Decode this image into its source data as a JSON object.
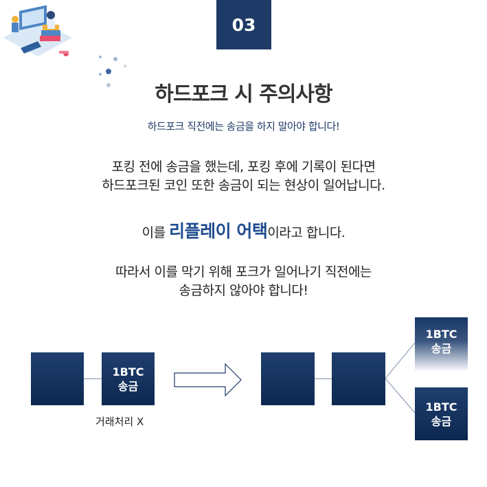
{
  "badge": {
    "number": "03"
  },
  "header": {
    "title": "하드포크 시 주의사항",
    "subtitle": "하드포크 직전에는 송금을 하지 말아야 합니다!"
  },
  "body": {
    "p1_line1": "포킹 전에 송금을 했는데, 포킹 후에 기록이 된다면",
    "p1_line2": "하드포크된 코인 또한 송금이 되는 현상이 일어납니다.",
    "p2_prefix": "이를 ",
    "p2_highlight": "리플레이 어택",
    "p2_suffix": "이라고 합니다.",
    "p3_line1": "따라서 이를 막기 위해 포크가 일어나기 직전에는",
    "p3_line2": "송금하지 않아야 합니다!"
  },
  "diagram": {
    "block_line1": "1BTC",
    "block_line2": "송금",
    "caption": "거래처리 X"
  },
  "colors": {
    "navy": "#1e3a66",
    "highlight": "#1e4b8f"
  },
  "icons": [
    "study-illustration",
    "decorative-dots",
    "right-arrow-icon"
  ]
}
